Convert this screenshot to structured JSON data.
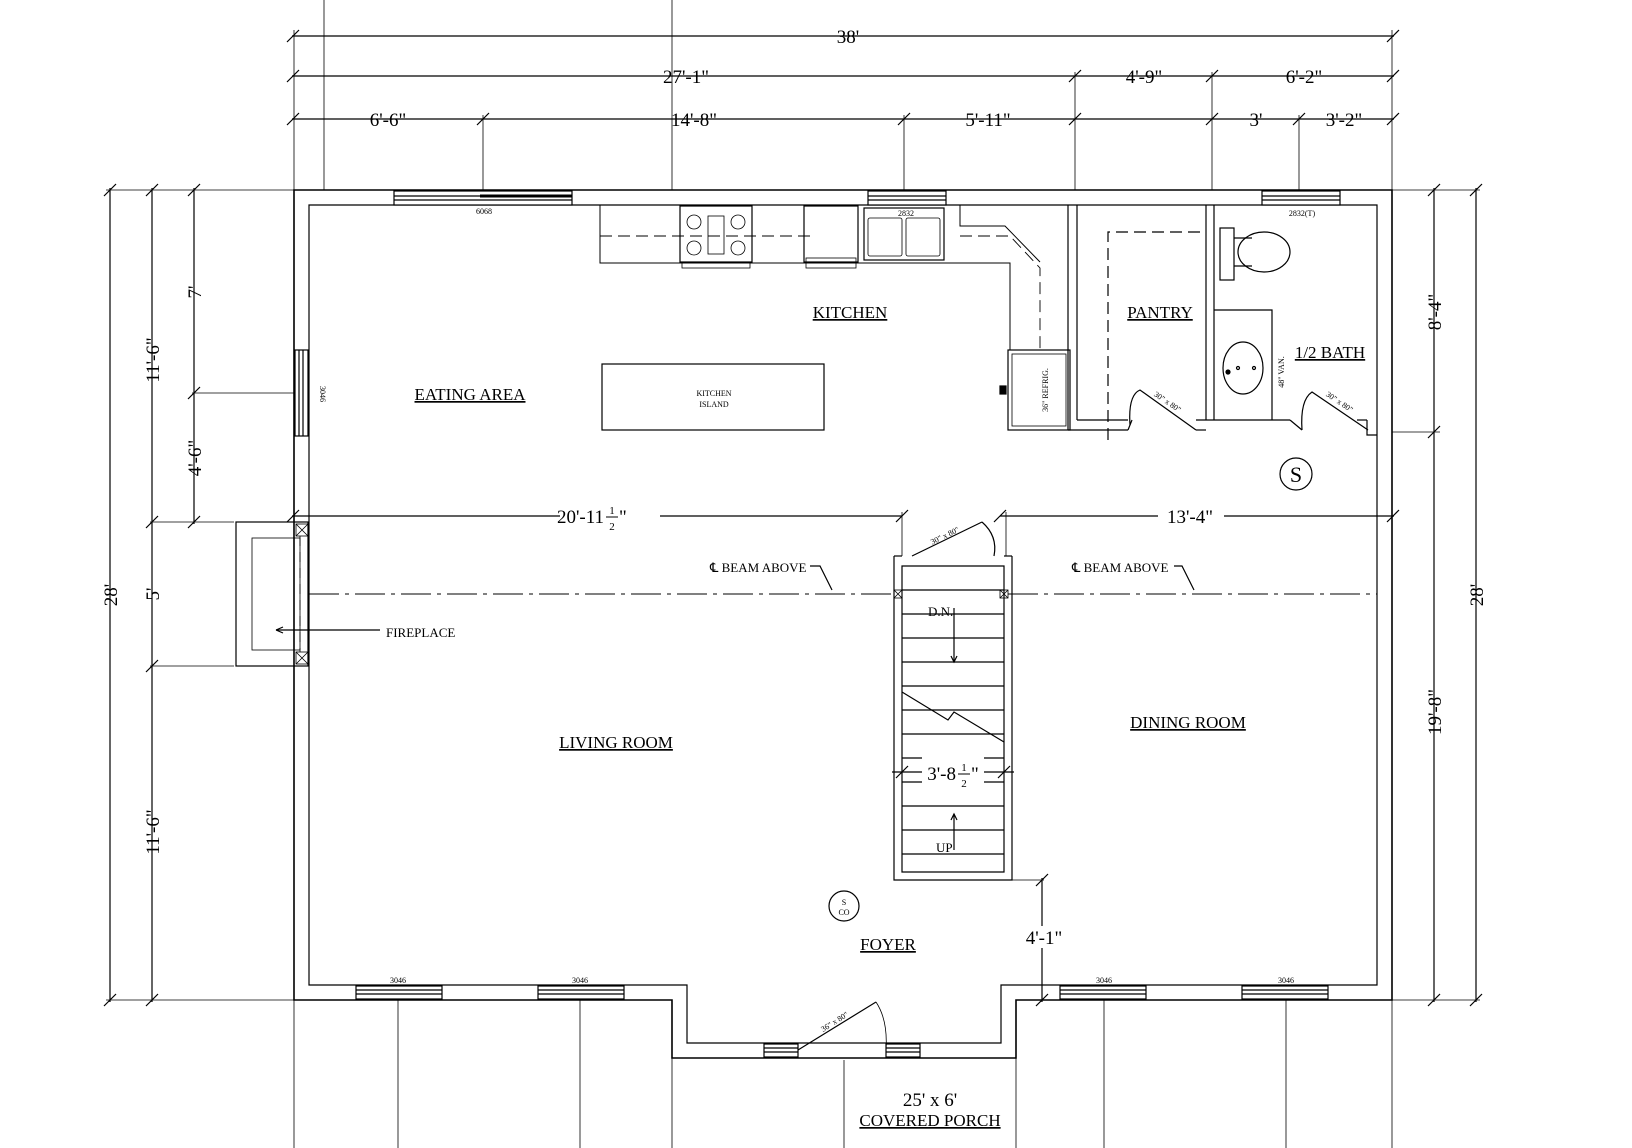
{
  "plan": {
    "rooms": {
      "kitchen": "KITCHEN",
      "pantry": "PANTRY",
      "half_bath": "1/2 BATH",
      "eating_area": "EATING AREA",
      "living_room": "LIVING ROOM",
      "dining_room": "DINING ROOM",
      "foyer": "FOYER",
      "porch_size": "25' x 6'",
      "porch_name": "COVERED PORCH"
    },
    "fixtures": {
      "island_line1": "KITCHEN",
      "island_line2": "ISLAND",
      "refrigerator": "36\" REFRIG.",
      "vanity": "48\" VAN.",
      "fireplace": "FIREPLACE",
      "beam_left": "℄ BEAM ABOVE",
      "beam_right": "℄ BEAM ABOVE",
      "stair_down": "D.N.",
      "stair_up": "UP",
      "smoke_detector": "S",
      "co_detector_top": "S",
      "co_detector_bottom": "CO"
    },
    "windows": {
      "top_left": "6068",
      "top_kitchen": "2832",
      "top_bath": "2832(T)",
      "left_wall": "3046",
      "bottom_1": "3046",
      "bottom_2": "3046",
      "bottom_3": "3046",
      "bottom_4": "3046"
    },
    "doors": {
      "pantry": "30\" x 80\"",
      "bath": "30\" x 80\"",
      "stair": "30\" x 80\"",
      "front": "36\" x 80\""
    },
    "dimensions": {
      "overall_width": "38'",
      "row2_a": "27'-1\"",
      "row2_b": "4'-9\"",
      "row2_c": "6'-2\"",
      "row3_a": "6'-6\"",
      "row3_b": "14'-8\"",
      "row3_c": "5'-11\"",
      "row3_d": "3'",
      "row3_e": "3'-2\"",
      "left_overall": "28'",
      "left_top": "11'-6\"",
      "left_mid": "5'",
      "left_bottom": "11'-6\"",
      "left_inner_top": "7'",
      "left_inner_bottom": "4'-6\"",
      "right_overall": "28'",
      "right_top": "8'-4\"",
      "right_bottom": "19'-8\"",
      "mid_left_whole": "20'-11",
      "mid_right": "13'-4\"",
      "stair_width_whole": "3'-8",
      "foyer_depth": "4'-1\"",
      "frac_num": "1",
      "frac_den": "2",
      "inch_mark": "\""
    }
  }
}
